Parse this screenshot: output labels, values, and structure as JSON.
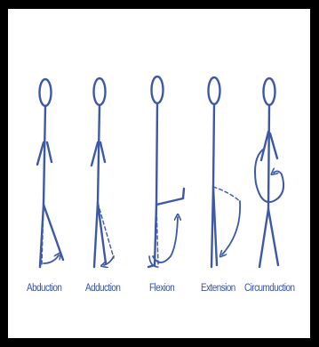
{
  "figure": {
    "labels": {
      "abduction": "Abduction",
      "adduction": "Adduction",
      "flexion": "Flexion",
      "extension": "Extension",
      "circumduction": "Circumduction"
    },
    "colors": {
      "stroke": "#3c58a6",
      "label": "#3552a0",
      "background": "#ffffff",
      "border": "#000000"
    }
  }
}
